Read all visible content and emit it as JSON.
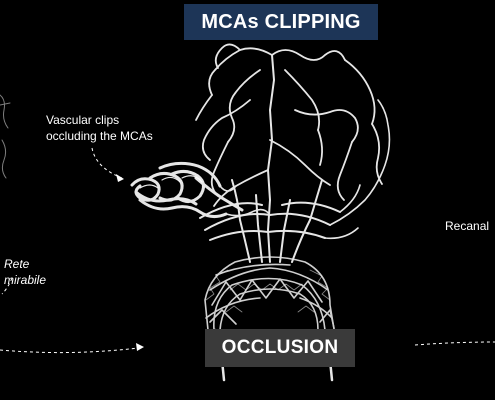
{
  "title": "MCAs CLIPPING",
  "occlusion_label": "OCCLUSION",
  "annotations": {
    "clips_line1": "Vascular clips",
    "clips_line2": "occluding the MCAs",
    "rete_line1": "Rete",
    "rete_line2": "mirabile",
    "recanal": "Recanal"
  },
  "colors": {
    "background": "#000000",
    "title_box": "#1d3557",
    "occlusion_box": "#3a3a3a",
    "vessels": "#e8e8e8",
    "text": "#ffffff"
  }
}
